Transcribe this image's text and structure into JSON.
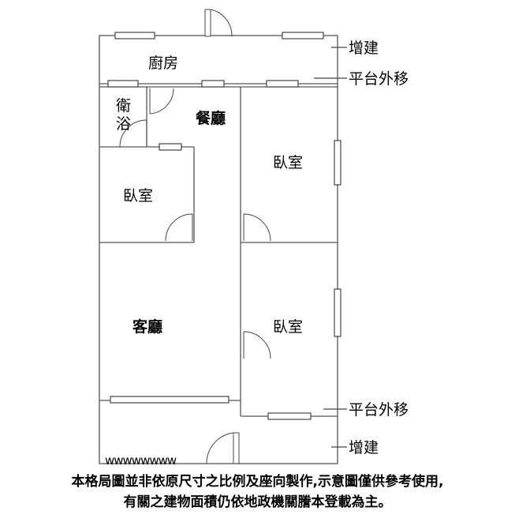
{
  "rooms": {
    "kitchen": "廚房",
    "bath_line1": "衛",
    "bath_line2": "浴",
    "dining": "餐廳",
    "bedroom_left": "臥室",
    "bedroom_right_top": "臥室",
    "bedroom_right_bottom": "臥室",
    "living": "客廳"
  },
  "side_labels": {
    "top_extension": "增建",
    "top_platform": "平台外移",
    "bottom_platform": "平台外移",
    "bottom_extension": "增建"
  },
  "zigzag": "wwwwwwww",
  "disclaimer": {
    "line1": "本格局圖並非依原尺寸之比例及座向製作,示意圖僅供參考使用,",
    "line2": "有關之建物面積仍依地政機關謄本登載為主。"
  }
}
